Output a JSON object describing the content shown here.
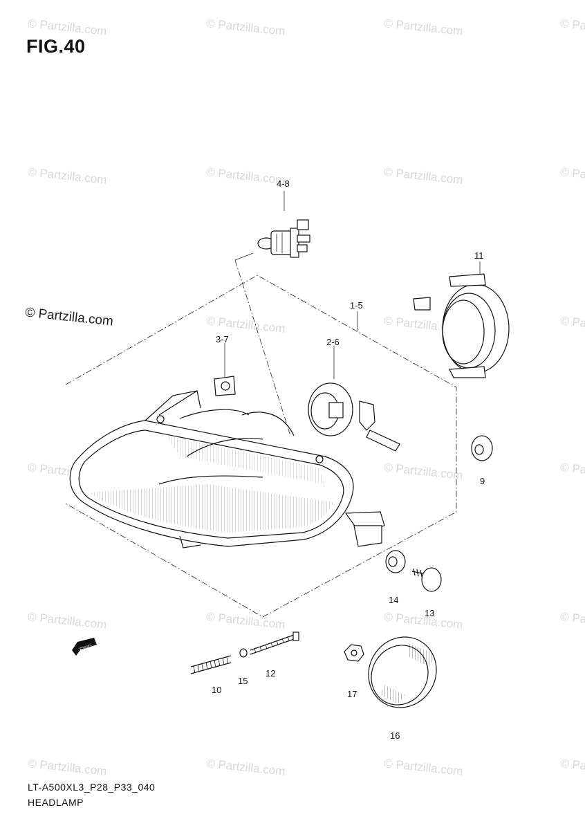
{
  "title": "FIG.40",
  "watermark": "© Partzilla.com",
  "watermark_main": "© Partzilla.com",
  "diagram_code": "LT-A500XL3_P28_P33_040",
  "diagram_name": "HEADLAMP",
  "fwd_label": "FWD",
  "callouts": {
    "c48": "4-8",
    "c15": "1-5",
    "c11": "11",
    "c37": "3-7",
    "c26": "2-6",
    "c9": "9",
    "c14": "14",
    "c13": "13",
    "c10": "10",
    "c15b": "15",
    "c12": "12",
    "c17": "17",
    "c16": "16"
  }
}
